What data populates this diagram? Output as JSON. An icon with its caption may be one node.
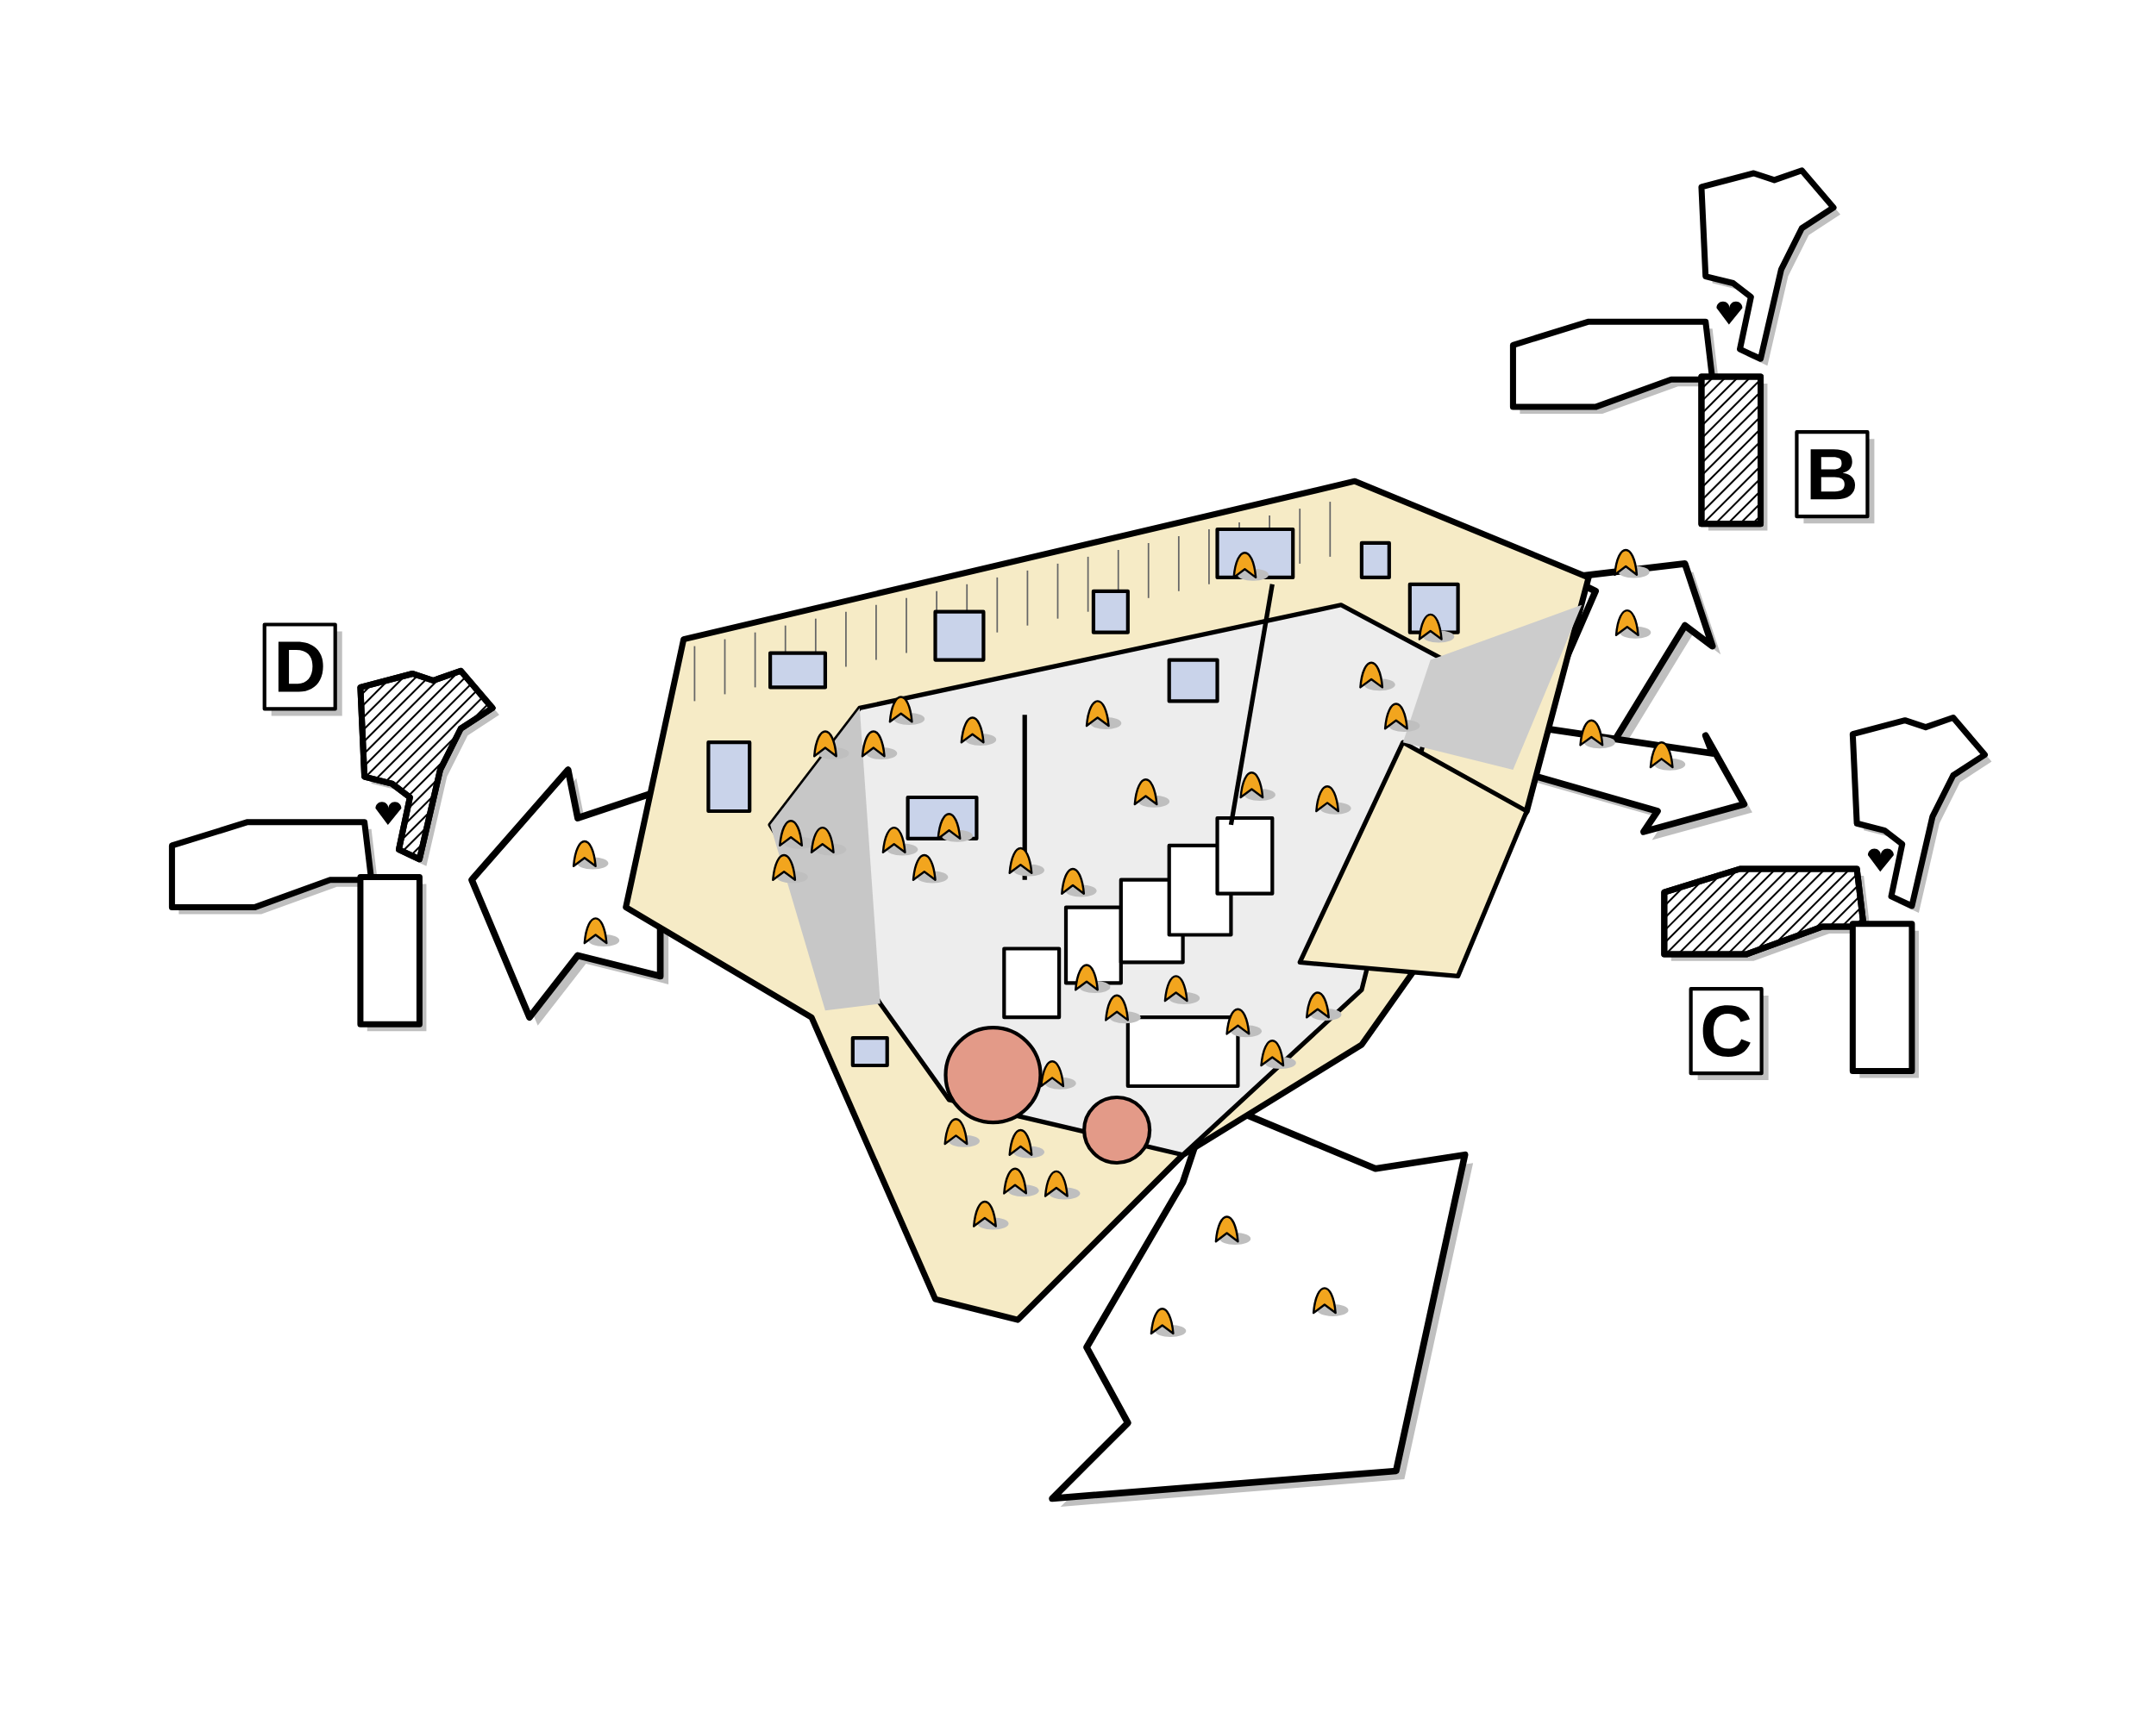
{
  "diagram": {
    "nodes": [
      {
        "text": [
          "B"
        ]
      },
      {
        "text": [
          "D"
        ]
      },
      {
        "text": [
          "C"
        ]
      }
    ]
  }
}
